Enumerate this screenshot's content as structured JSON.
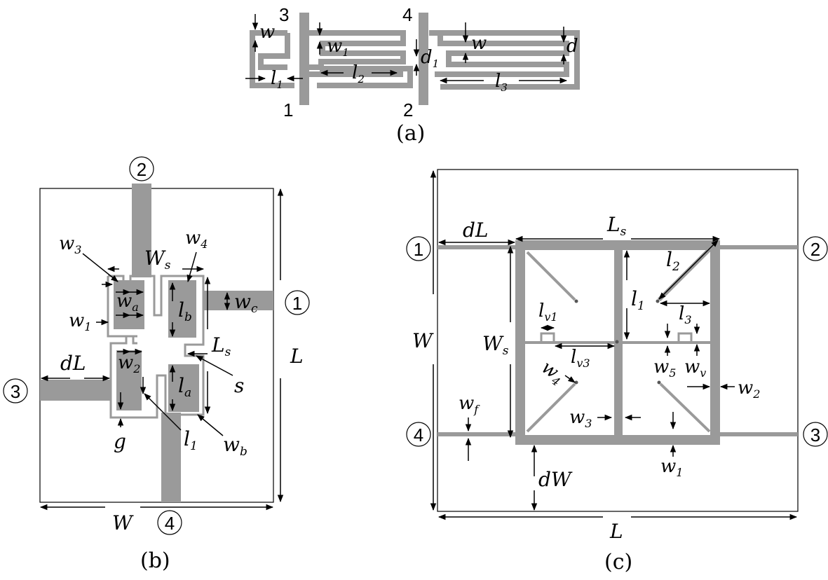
{
  "colors": {
    "metal": "#9a9a9a",
    "line": "#000000",
    "background": "#ffffff"
  },
  "panel_a": {
    "caption": "(a)",
    "ports": [
      "1",
      "2",
      "3",
      "4"
    ],
    "labels": {
      "w": "w",
      "w1_base": "w",
      "w1_sub": "1",
      "d1_base": "d",
      "d1_sub": "1",
      "d": "d",
      "l1_base": "l",
      "l1_sub": "1",
      "l2_base": "l",
      "l2_sub": "2",
      "l3_base": "l",
      "l3_sub": "3"
    }
  },
  "panel_b": {
    "caption": "(b)",
    "ports": [
      "1",
      "2",
      "3",
      "4"
    ],
    "labels": {
      "w3_base": "w",
      "w3_sub": "3",
      "w4_base": "w",
      "w4_sub": "4",
      "Ws_base": "W",
      "Ws_sub": "s",
      "wa_base": "w",
      "wa_sub": "a",
      "lb_base": "l",
      "lb_sub": "b",
      "wc_base": "w",
      "wc_sub": "c",
      "w1_base": "w",
      "w1_sub": "1",
      "Ls_base": "L",
      "Ls_sub": "s",
      "L": "L",
      "dL": "dL",
      "w2_base": "w",
      "w2_sub": "2",
      "s": "s",
      "la_base": "l",
      "la_sub": "a",
      "g": "g",
      "l1_base": "l",
      "l1_sub": "1",
      "wb_base": "w",
      "wb_sub": "b",
      "W": "W"
    }
  },
  "panel_c": {
    "caption": "(c)",
    "ports": [
      "1",
      "2",
      "3",
      "4"
    ],
    "labels": {
      "dL": "dL",
      "Ls_base": "L",
      "Ls_sub": "s",
      "l2_base": "l",
      "l2_sub": "2",
      "l1_base": "l",
      "l1_sub": "1",
      "lv1_base": "l",
      "lv1_sub": "v1",
      "l3_base": "l",
      "l3_sub": "3",
      "W": "W",
      "Ws_base": "W",
      "Ws_sub": "s",
      "lv3_base": "l",
      "lv3_sub": "v3",
      "w5_base": "w",
      "w5_sub": "5",
      "wv_base": "w",
      "wv_sub": "v",
      "w4_base": "w",
      "w4_sub": "4",
      "w2_base": "w",
      "w2_sub": "2",
      "wf_base": "w",
      "wf_sub": "f",
      "w3_base": "w",
      "w3_sub": "3",
      "w1_base": "w",
      "w1_sub": "1",
      "dW": "dW",
      "L": "L"
    }
  }
}
